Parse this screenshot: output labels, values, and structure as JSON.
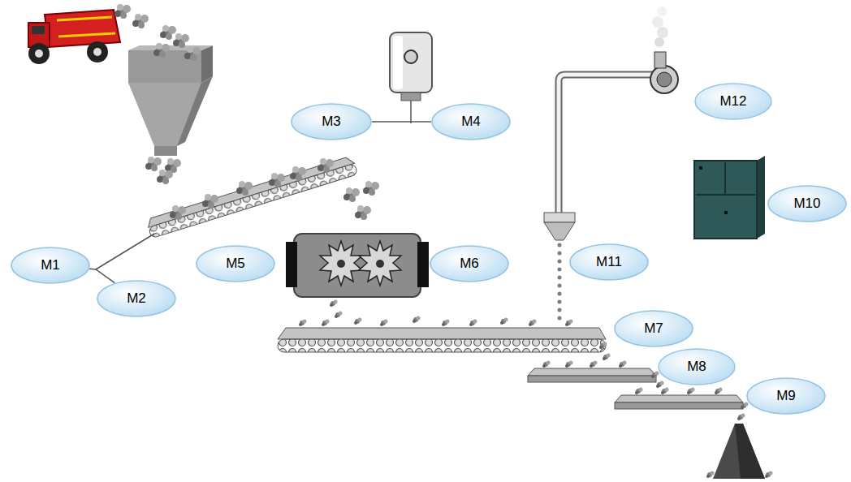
{
  "diagram": {
    "nodes": [
      {
        "text": [
          "M1"
        ]
      },
      {
        "text": [
          "M2"
        ]
      },
      {
        "text": [
          "M3"
        ]
      },
      {
        "text": [
          "M4"
        ]
      },
      {
        "text": [
          "M5"
        ]
      },
      {
        "text": [
          "M6"
        ]
      },
      {
        "text": [
          "M7"
        ]
      },
      {
        "text": [
          "M8"
        ]
      },
      {
        "text": [
          "M9"
        ]
      },
      {
        "text": [
          "M10"
        ]
      },
      {
        "text": [
          "M11"
        ]
      },
      {
        "text": [
          "M12"
        ]
      }
    ],
    "edges": [
      {
        "from": 0,
        "to": 1,
        "arrow": "none"
      },
      {
        "from": 2,
        "to": 3,
        "arrow": "none"
      }
    ]
  }
}
